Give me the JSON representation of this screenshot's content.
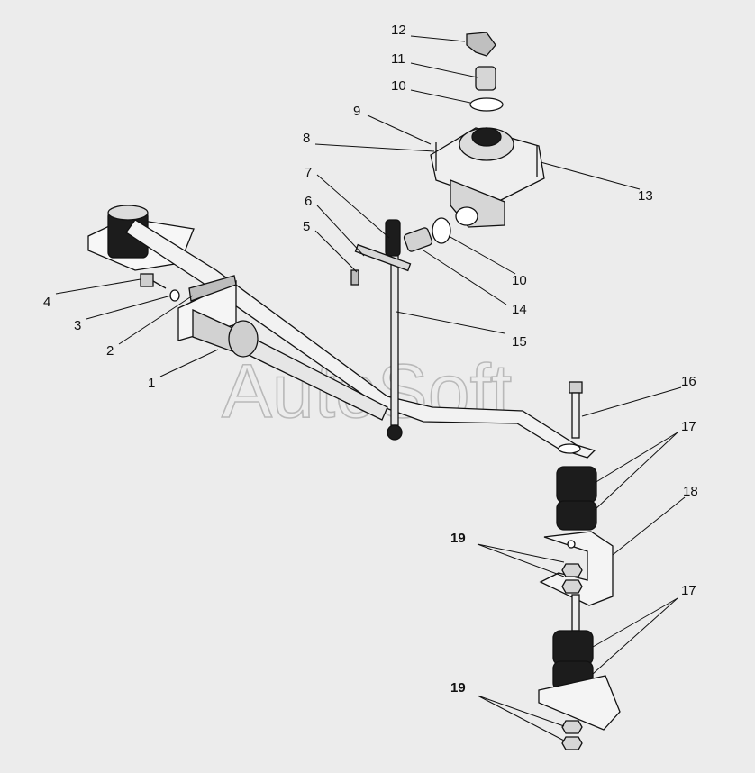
{
  "watermark": "AutoSoft",
  "callouts": {
    "c1": "1",
    "c2": "2",
    "c3": "3",
    "c4": "4",
    "c5": "5",
    "c6": "6",
    "c7": "7",
    "c8": "8",
    "c9": "9",
    "c10a": "10",
    "c10b": "10",
    "c11": "11",
    "c12": "12",
    "c13": "13",
    "c14": "14",
    "c15": "15",
    "c16": "16",
    "c17a": "17",
    "c17b": "17",
    "c18": "18",
    "c19a": "19",
    "c19b": "19"
  }
}
